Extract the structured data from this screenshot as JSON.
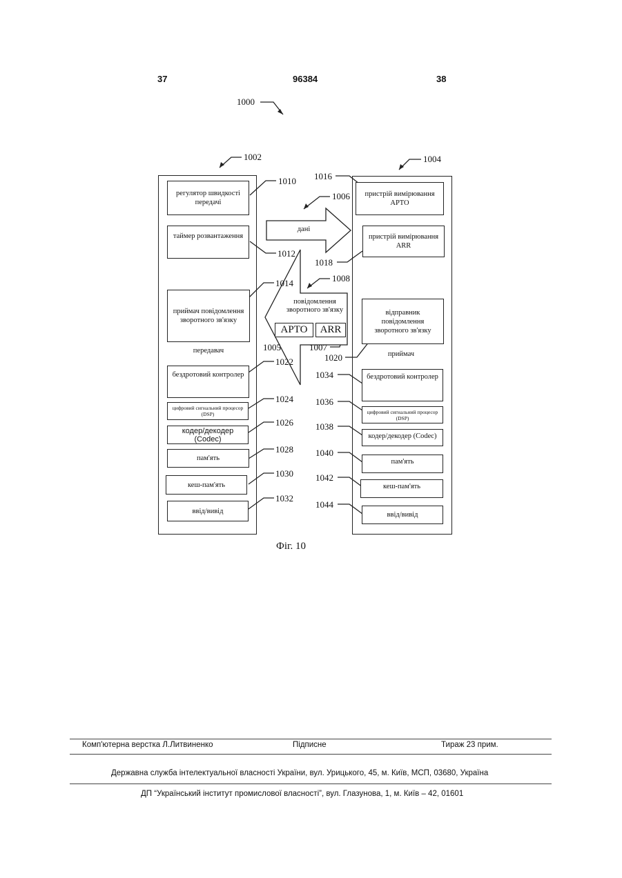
{
  "header": {
    "page_left": "37",
    "patent_number": "96384",
    "page_right": "38"
  },
  "diagram": {
    "ref_main": "1000",
    "transmitter": {
      "ref": "1002",
      "label": "передавач",
      "rate_controller": {
        "ref": "1010",
        "text": "регулятор швидкості передачі"
      },
      "unload_timer": {
        "ref": "1012",
        "text": "таймер розвантаження"
      },
      "feedback_receiver": {
        "ref": "1014",
        "text": "приймач повідомлення зворотного зв'язку"
      },
      "wireless_controller": {
        "ref": "1022",
        "text": "бездротовий контролер"
      },
      "dsp": {
        "ref": "1024",
        "text": "цифровий сигнальний процесор (DSP)"
      },
      "codec": {
        "ref": "1026",
        "text": "кодер/декодер (Codec)"
      },
      "memory": {
        "ref": "1028",
        "text": "пам'ять"
      },
      "cache": {
        "ref": "1030",
        "text": "кеш-пам'ять"
      },
      "io": {
        "ref": "1032",
        "text": "ввід/вивід"
      }
    },
    "receiver": {
      "ref": "1004",
      "label": "приймач",
      "apto_meter": {
        "ref": "1016",
        "text": "пристрій вимірювання APTO"
      },
      "arr_meter": {
        "ref": "1018",
        "text": "пристрій вимірювання ARR"
      },
      "feedback_sender": {
        "ref": "1020",
        "text": "відправник повідомлення зворотного зв'язку"
      },
      "wireless_controller": {
        "ref": "1034",
        "text": "бездротовий контролер"
      },
      "dsp": {
        "ref": "1036",
        "text": "цифровий сигнальний процесор (DSP)"
      },
      "codec": {
        "ref": "1038",
        "text": "кодер/декодер (Codec)"
      },
      "memory": {
        "ref": "1040",
        "text": "пам'ять"
      },
      "cache": {
        "ref": "1042",
        "text": "кеш-пам'ять"
      },
      "io": {
        "ref": "1044",
        "text": "ввід/вивід"
      }
    },
    "data_arrow": {
      "ref": "1006",
      "text": "дані"
    },
    "feedback_arrow": {
      "ref": "1008",
      "text": "повідомлення зворотного зв'язку",
      "apto": {
        "ref": "1005",
        "text": "APTO"
      },
      "arr": {
        "ref": "1007",
        "text": "ARR"
      }
    },
    "caption": "Фіг. 10"
  },
  "footer": {
    "layout": "Комп'ютерна верстка Л.Литвиненко",
    "signed": "Підписне",
    "circulation": "Тираж 23 прим.",
    "agency": "Державна служба інтелектуальної власності України, вул. Урицького, 45, м. Київ, МСП, 03680, Україна",
    "institute": "ДП “Український інститут промислової власності”, вул. Глазунова, 1, м. Київ – 42, 01601"
  }
}
